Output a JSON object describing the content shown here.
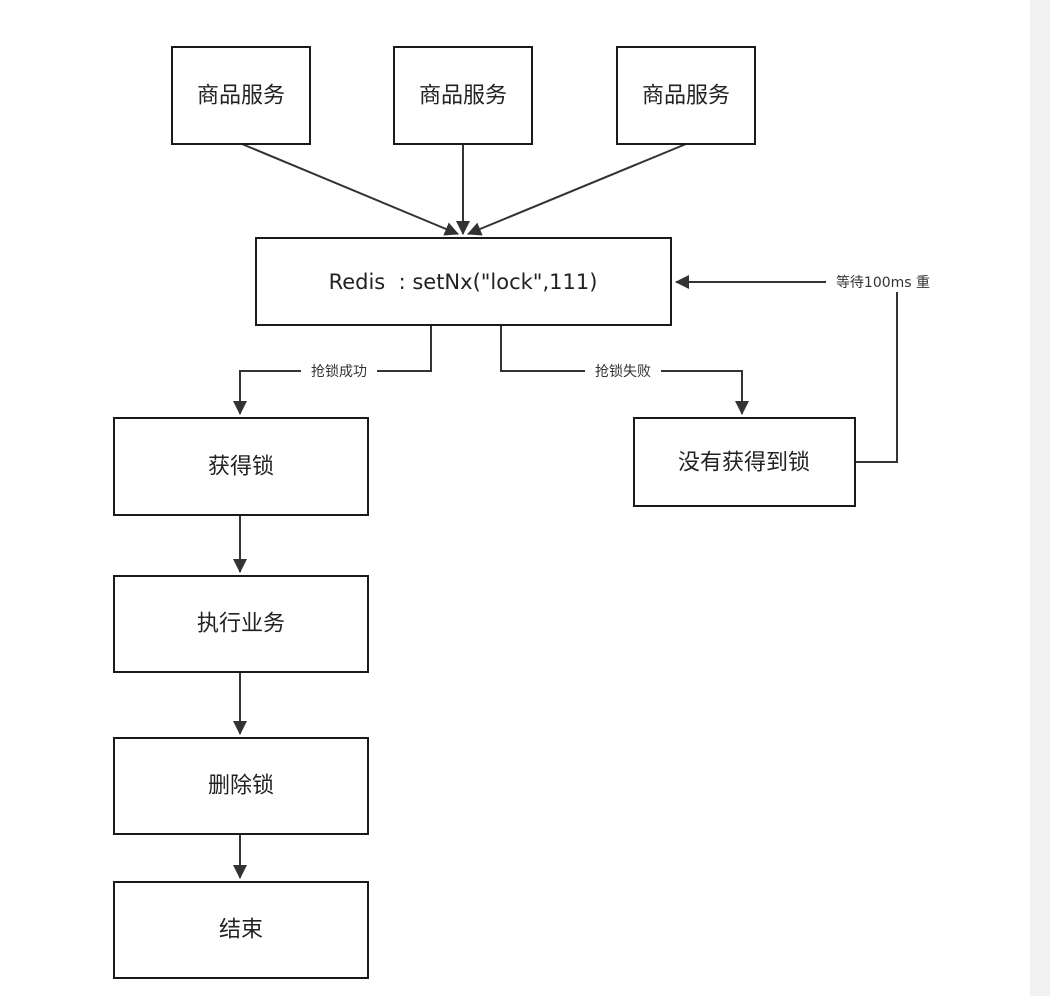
{
  "nodes": {
    "service_1": "商品服务",
    "service_2": "商品服务",
    "service_3": "商品服务",
    "redis": "Redis  : setNx(\"lock\",111)",
    "acquired": "获得锁",
    "not_acquired": "没有获得到锁",
    "execute": "执行业务",
    "delete": "删除锁",
    "end": "结束"
  },
  "edges": {
    "success": "抢锁成功",
    "fail": "抢锁失败",
    "retry": "等待100ms 重"
  },
  "colors": {
    "line": "#333333",
    "box_stroke": "#1a1a1a",
    "text": "#222222",
    "background": "#ffffff",
    "right_strip": "#f2f2f2"
  }
}
